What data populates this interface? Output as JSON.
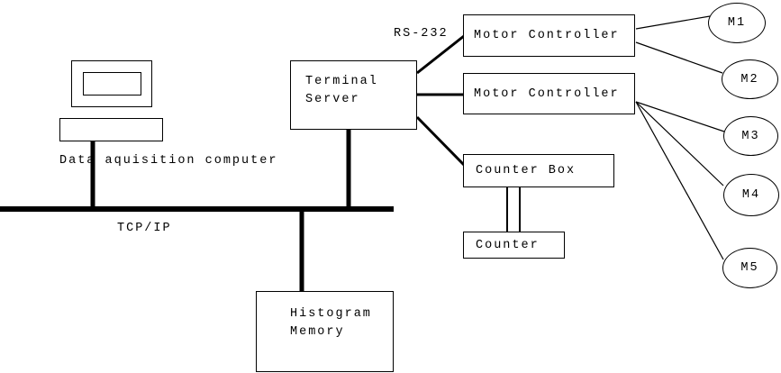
{
  "diagram": {
    "background_color": "#ffffff",
    "line_color": "#000000",
    "nodes": {
      "data_acquisition_computer": {
        "caption": "Data aquisition computer"
      },
      "terminal_server": {
        "line1": "Terminal",
        "line2": "Server"
      },
      "motor_controller_1": {
        "label": "Motor Controller"
      },
      "motor_controller_2": {
        "label": "Motor Controller"
      },
      "counter_box": {
        "label": "Counter Box"
      },
      "counter": {
        "label": "Counter"
      },
      "histogram_memory": {
        "line1": "Histogram",
        "line2": "Memory"
      },
      "motors": [
        {
          "label": "M1"
        },
        {
          "label": "M2"
        },
        {
          "label": "M3"
        },
        {
          "label": "M4"
        },
        {
          "label": "M5"
        }
      ]
    },
    "labels": {
      "serial_link": "RS-232",
      "network_bus": "TCP/IP"
    },
    "connections": [
      "terminal_server - motor_controller_1 (RS-232)",
      "terminal_server - motor_controller_2",
      "terminal_server - counter_box",
      "motor_controller_1 - M1",
      "motor_controller_1 - M2",
      "motor_controller_2 - M3",
      "motor_controller_2 - M4",
      "motor_controller_2 - M5",
      "counter_box - counter (double line)",
      "data_acquisition_computer - tcpip_bus",
      "terminal_server - tcpip_bus",
      "tcpip_bus - histogram_memory"
    ]
  }
}
